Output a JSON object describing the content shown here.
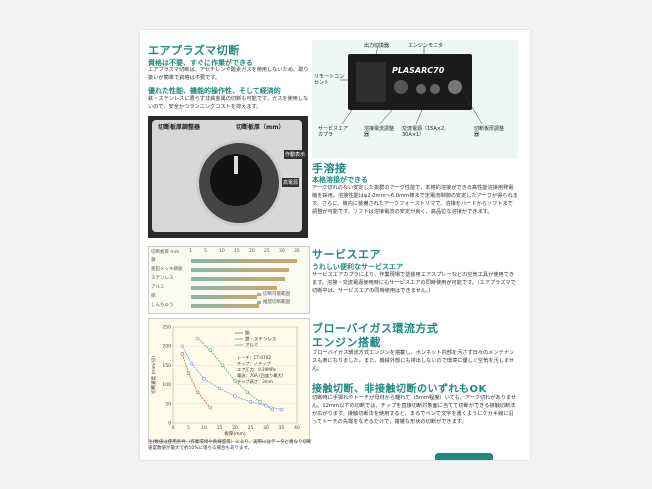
{
  "left_section": {
    "title": "エアプラズマ切断",
    "sub1": "資格は不要、すぐに作業ができる",
    "p1": "エアプラズマ切断は、アセチレンや酸素ガスを使用しないため、取り扱いが簡単で資格は不要です。",
    "sub2": "優れた性能、機能的操作性、そして経済的",
    "p2": "鉄・ステンレスに限らず非鉄金属の切断も可能です。ガスを使用しないので、安全かつランニングコストを抑えます。"
  },
  "dial_photo": {
    "header_left": "切断板厚調整器",
    "header_right": "切断板厚（mm）",
    "side_labels": [
      "作動表示",
      "高電源"
    ]
  },
  "thickness_chart": {
    "header": "切断板厚 mm",
    "ticks": [
      "1",
      "5",
      "10",
      "15",
      "20",
      "25",
      "30",
      "35"
    ],
    "rows": [
      "鉄",
      "亜鉛メッキ鋼板",
      "ステンレス",
      "アルミ",
      "銅",
      "しんちゅう"
    ],
    "legend": [
      "切断可能範囲",
      "推奨切断範囲"
    ]
  },
  "speed_chart": {
    "yaxis_label": "切断速度 (mm/分)",
    "xaxis_label": "板厚(mm)",
    "yticks": [
      "250",
      "200",
      "150",
      "100",
      "50",
      "0"
    ],
    "xticks": [
      "0",
      "5",
      "10",
      "15",
      "20",
      "25",
      "30",
      "35",
      "40"
    ],
    "legend": [
      "銅",
      "鉄・ステンレス",
      "アルミ"
    ],
    "conditions": [
      "トーチ：CT-0702",
      "チップ：ノチップ",
      "エア圧力：0.39MPa",
      "電流：70A (目盛り最大)",
      "チップ高さ：3mm"
    ]
  },
  "chart_data": {
    "type": "line",
    "xlabel": "板厚(mm)",
    "ylabel": "切断速度 (mm/分)",
    "xlim": [
      0,
      40
    ],
    "ylim": [
      0,
      250
    ],
    "series": [
      {
        "name": "銅",
        "color": "#c06060",
        "x": [
          3,
          5,
          8,
          12
        ],
        "y": [
          180,
          130,
          80,
          40
        ]
      },
      {
        "name": "鉄・ステンレス",
        "color": "#4caf7d",
        "x": [
          8,
          12,
          16,
          20,
          24,
          28,
          32
        ],
        "y": [
          220,
          190,
          150,
          110,
          80,
          55,
          35
        ]
      },
      {
        "name": "アルミ",
        "color": "#7a9ad6",
        "x": [
          3,
          6,
          10,
          15,
          20,
          25,
          30,
          35
        ],
        "y": [
          200,
          155,
          115,
          90,
          70,
          55,
          45,
          35
        ]
      }
    ]
  },
  "footnote": "注)数値は使用条件（作業環境や熱練度等）により、実際にはデータと異なり切断速度数値が最大で約50%に落ちる場合もあります。",
  "machine_photo": {
    "brand": "PLASARC70",
    "callouts": {
      "output_switch": "出力切換器",
      "engine_monitor": "エンジンモニタ",
      "remote_outlet": "リモートコンセント",
      "service_air": "サービスエアカプラ",
      "weld_current": "溶接電流調整器",
      "ac_power": "交流電源（15A×2, 30A×1）",
      "cut_thickness": "切断板厚調整器"
    }
  },
  "hand_welding": {
    "title": "手溶接",
    "sub": "本格溶接ができる",
    "body": "アーク切れのない安定した抜群のアーク性能で、本格的溶接ができる高性能溶接用発電機を採用。溶接性能はφ2.0mm〜6.0mm棒まで定電流制御の安定したアークが得られます。さらに、機内に装備されたアークフォーストリマで、溶接をハードからソフトまで調整が可能です。ソフトは溶接電流の安定が良く、高品位な溶接ができます。"
  },
  "service_air": {
    "title": "サービスエア",
    "sub": "うれしい便利なサービスエア",
    "body": "サービスエアカプラにより、作業現場で塗装用エアスプレーなどの空気工具が使用できます。溶接・交流電源使用時にもサービスエアの同時使用が可能です。（エアプラズマで切断中は、サービスエアの同時使用はできません。）"
  },
  "blowby": {
    "title1": "ブローバイガス環流方式",
    "title2": "エンジン搭載",
    "body": "ブローバイガス環流方式エンジンを搭載し、ボンネット内部を汚さず日々のメンテナンスも楽になりました。また、機械外部にも排出しないので環境に優しく空気を汚しません。"
  },
  "contact_cut": {
    "title": "接触切断、非接触切断のいずれもOK",
    "body": "切断時に手振れやトーチが母材から離れて（5mm程度）いても、アーク切れがありません。12mm以下の切断では、チップを直接切断対象面に当てて切断ができる接触切断法が広がります。接触切断法を使用すると、まるでペンで文字を書くようにケガキ線に沿ってトーチの先端をなぞるだけで、複雑な形状の切断ができます。"
  },
  "colors": {
    "accent": "#1d8a7e",
    "photo_bg": "#1b1b1b"
  }
}
